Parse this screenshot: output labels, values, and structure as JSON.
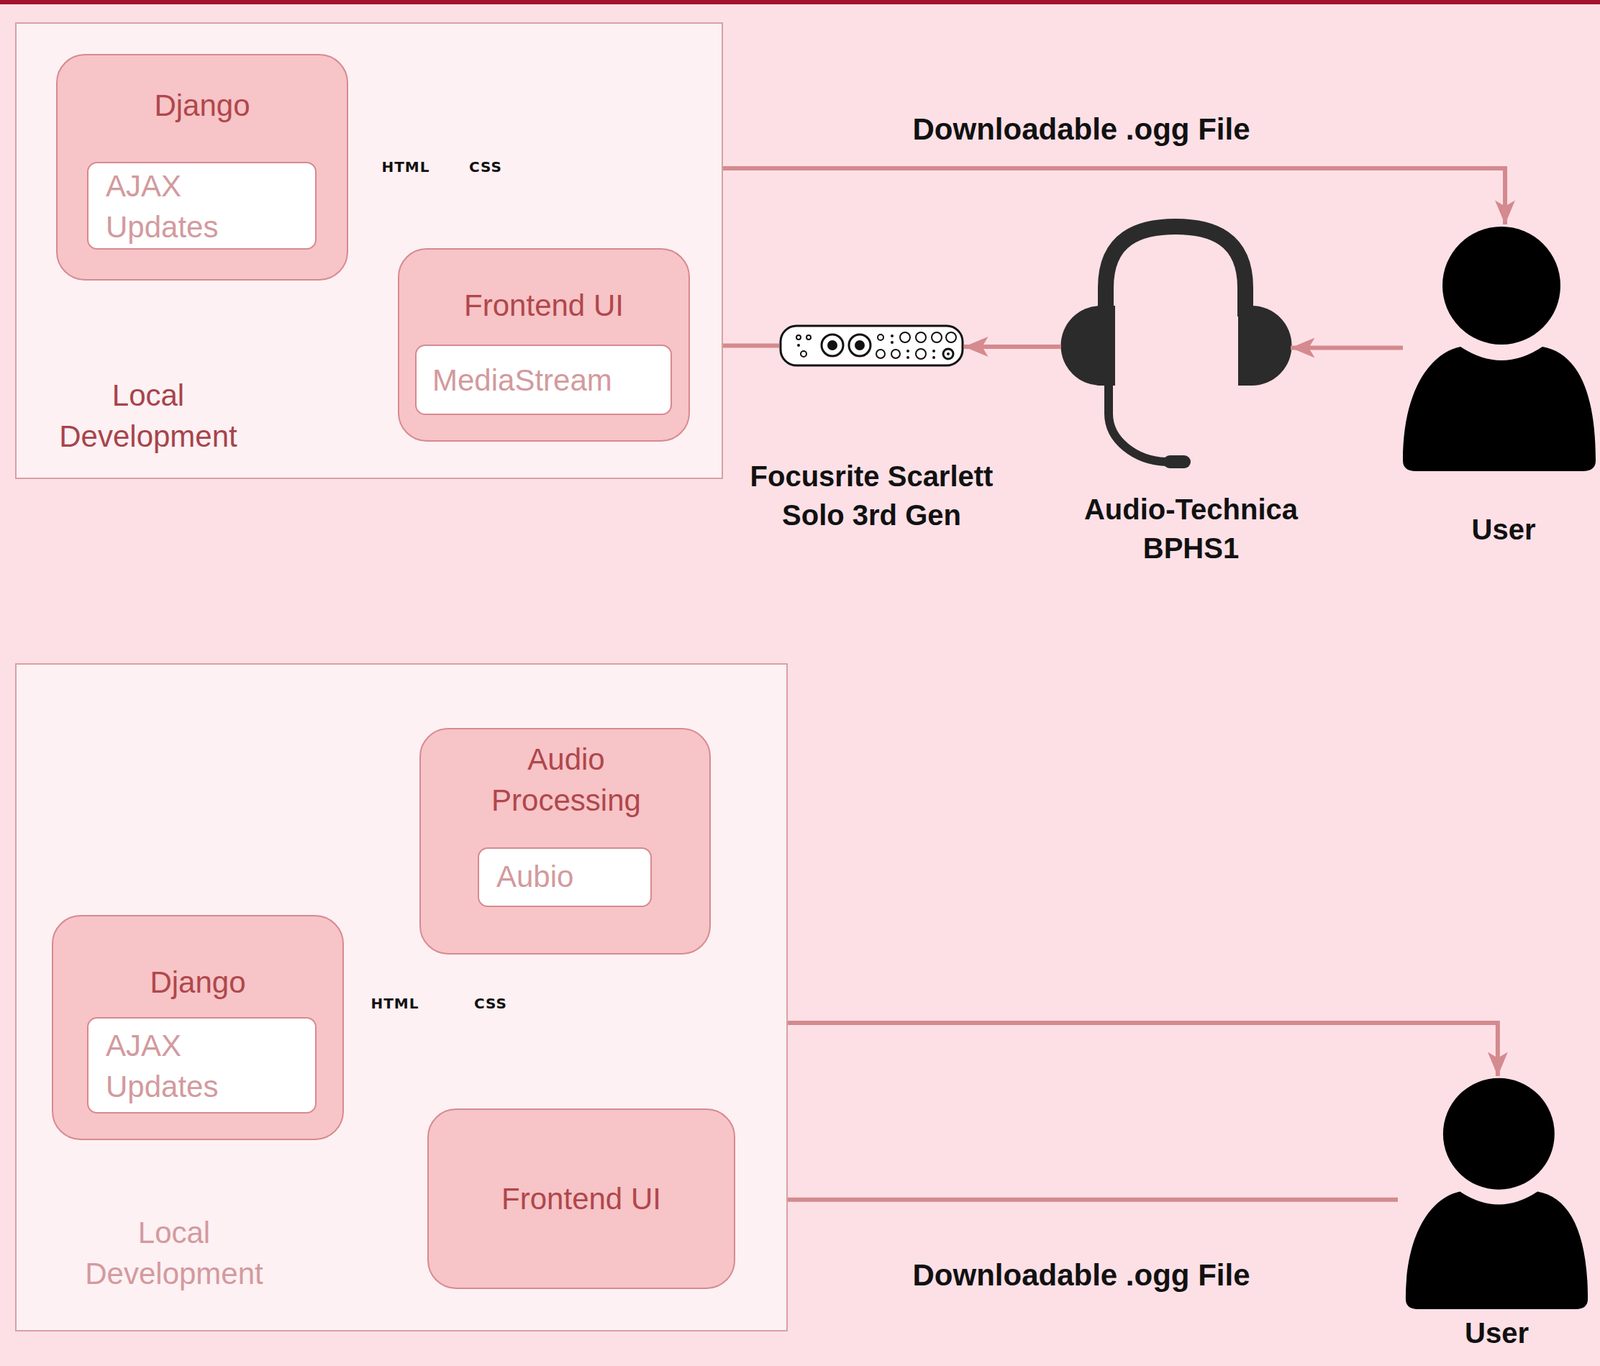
{
  "diagram": {
    "nodes": [
      {
        "text": [
          "Local Development"
        ]
      },
      {
        "text": [
          "Django"
        ],
        "in": 0
      },
      {
        "text": [
          "AJAX Updates"
        ],
        "in": 1
      },
      {
        "text": [
          "Frontend UI"
        ],
        "in": 0
      },
      {
        "text": [
          "MediaStream"
        ],
        "in": 3
      },
      {
        "text": [
          "Focusrite Scarlett Solo 3rd Gen"
        ]
      },
      {
        "text": [
          "Audio-Technica BPHS1"
        ]
      },
      {
        "text": [
          "User"
        ]
      },
      {
        "text": [
          "Local Development"
        ]
      },
      {
        "text": [
          "Audio Processing"
        ],
        "in": 8
      },
      {
        "text": [
          "Aubio"
        ],
        "in": 9
      },
      {
        "text": [
          "Django"
        ],
        "in": 8
      },
      {
        "text": [
          "AJAX Updates"
        ],
        "in": 11
      },
      {
        "text": [
          "Frontend UI"
        ],
        "in": 8
      },
      {
        "text": [
          "User"
        ]
      }
    ],
    "edges": [
      {
        "from": 1,
        "to": 3,
        "arrow": "both"
      },
      {
        "from": 3,
        "to": 7,
        "label": "Downloadable .ogg File",
        "arrow": "to"
      },
      {
        "from": 7,
        "to": 6,
        "arrow": "to"
      },
      {
        "from": 6,
        "to": 5,
        "arrow": "to"
      },
      {
        "from": 5,
        "to": 3,
        "arrow": "to"
      },
      {
        "from": 11,
        "to": 9,
        "arrow": "both"
      },
      {
        "from": 11,
        "to": 13,
        "arrow": "both"
      },
      {
        "from": 13,
        "to": 14,
        "arrow": "to"
      },
      {
        "from": 14,
        "to": 13,
        "label": "Downloadable .ogg File",
        "arrow": "to"
      }
    ],
    "labels": [
      "HTML",
      "CSS",
      "HTML",
      "CSS"
    ]
  }
}
